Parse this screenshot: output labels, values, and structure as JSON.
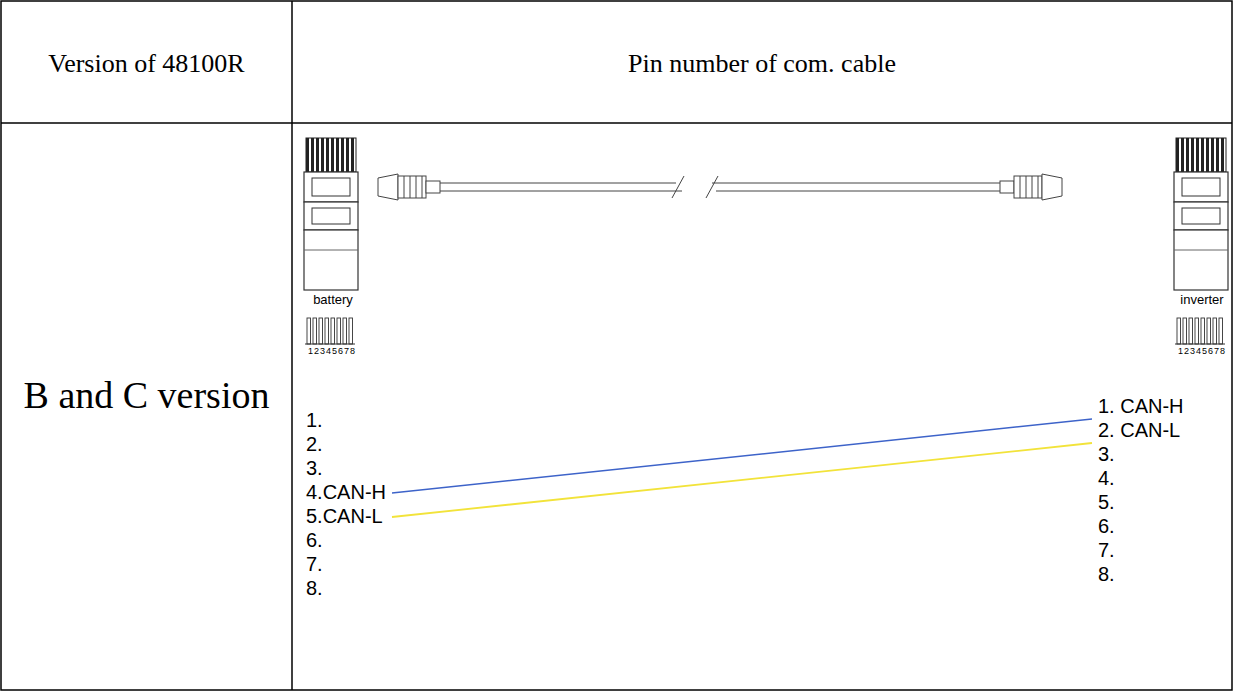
{
  "diagram": {
    "labels": [
      "Version of 48100R",
      "Pin number of com. cable",
      "B and C version",
      "battery",
      "12345678",
      "inverter",
      "12345678",
      "1.",
      "2.",
      "3.",
      "4.CAN-H",
      "5.CAN-L",
      "6.",
      "7.",
      "8.",
      "1. CAN-H",
      "2. CAN-L",
      "3.",
      "4.",
      "5.",
      "6.",
      "7.",
      "8."
    ]
  }
}
